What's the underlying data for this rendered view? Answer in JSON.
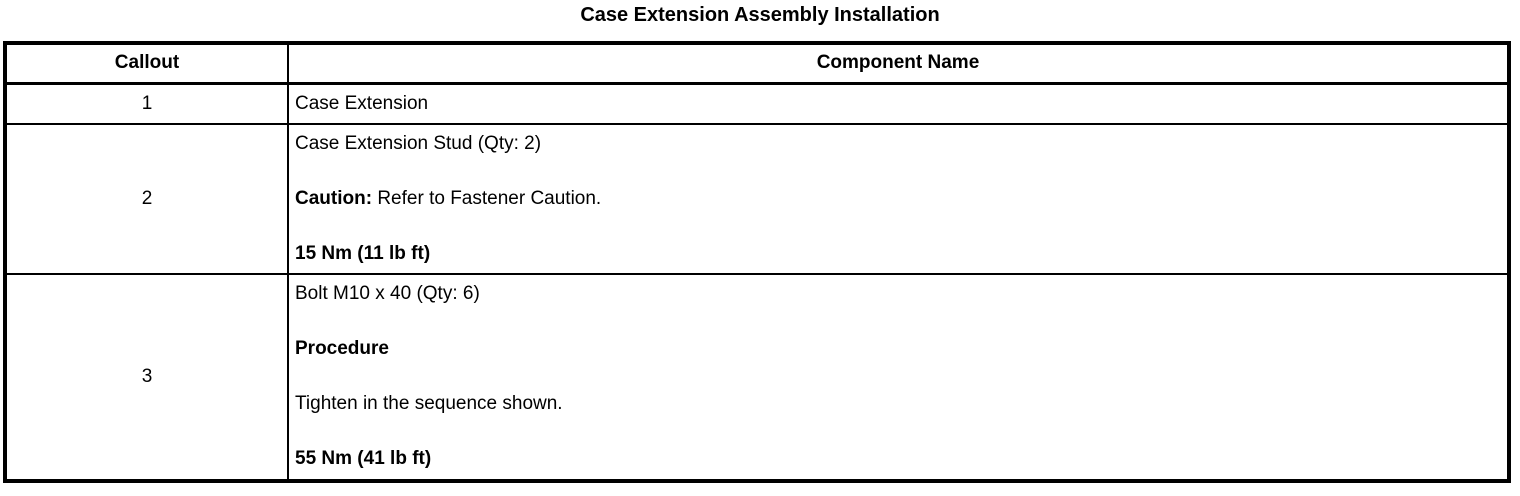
{
  "title": "Case Extension Assembly Installation",
  "colors": {
    "text": "#000000",
    "background": "#ffffff",
    "border": "#000000"
  },
  "table": {
    "headers": {
      "callout": "Callout",
      "component": "Component Name"
    },
    "rows": [
      {
        "callout": "1",
        "paragraphs": [
          {
            "text": "Case Extension"
          }
        ]
      },
      {
        "callout": "2",
        "paragraphs": [
          {
            "text": "Case Extension Stud (Qty: 2)"
          },
          {
            "bold_prefix": "Caution:",
            "text": " Refer to Fastener Caution."
          },
          {
            "text": "15 Nm (11 lb ft)",
            "bold": true
          }
        ]
      },
      {
        "callout": "3",
        "paragraphs": [
          {
            "text": "Bolt M10 x 40 (Qty: 6)"
          },
          {
            "text": "Procedure",
            "bold": true
          },
          {
            "text": "Tighten in the sequence shown."
          },
          {
            "text": "55 Nm (41 lb ft)",
            "bold": true
          }
        ]
      }
    ]
  }
}
